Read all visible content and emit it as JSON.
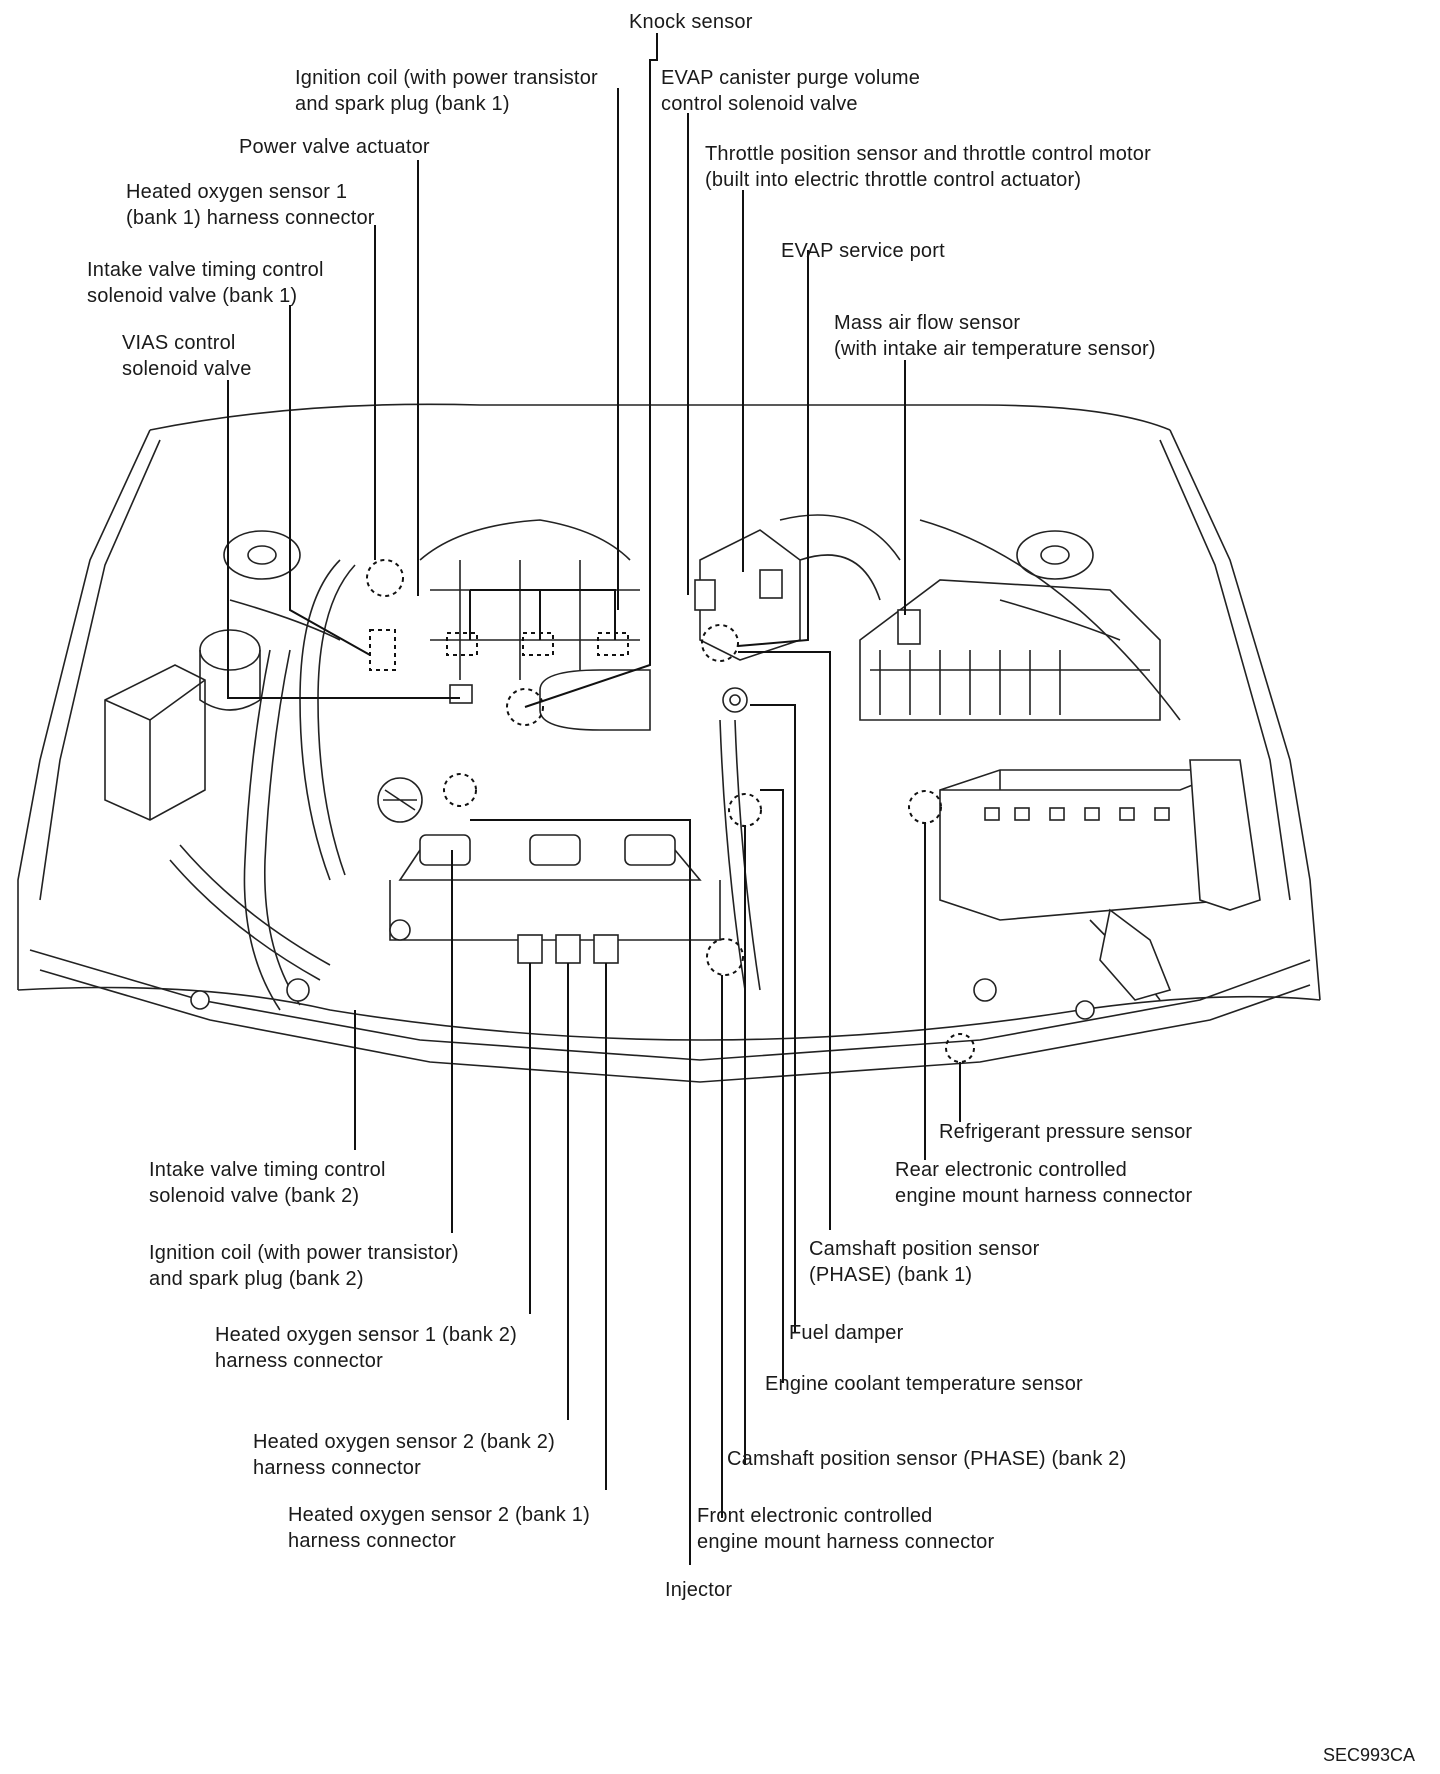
{
  "labels": {
    "knock_sensor": [
      "Knock sensor"
    ],
    "ignition_coil_b1": [
      "Ignition coil (with power transistor",
      "and spark plug (bank 1)"
    ],
    "evap_purge": [
      "EVAP canister purge volume",
      "control solenoid valve"
    ],
    "power_valve": [
      "Power valve actuator"
    ],
    "throttle": [
      "Throttle position sensor and throttle control motor",
      "(built into electric throttle control actuator)"
    ],
    "ho2s1_b1": [
      "Heated oxygen sensor 1",
      "(bank 1) harness connector"
    ],
    "evap_port": [
      "EVAP service port"
    ],
    "ivt_b1": [
      "Intake valve timing control",
      "solenoid valve (bank 1)"
    ],
    "maf": [
      "Mass air flow sensor",
      "(with intake air temperature sensor)"
    ],
    "vias": [
      "VIAS control",
      "solenoid valve"
    ],
    "refrigerant": [
      "Refrigerant pressure sensor"
    ],
    "ivt_b2": [
      "Intake valve timing control",
      "solenoid valve (bank 2)"
    ],
    "rear_mount": [
      "Rear electronic controlled",
      "engine mount harness connector"
    ],
    "ignition_coil_b2": [
      "Ignition coil (with power transistor)",
      "and spark plug (bank 2)"
    ],
    "cmp_b1": [
      "Camshaft position sensor",
      "(PHASE) (bank 1)"
    ],
    "fuel_damper": [
      "Fuel damper"
    ],
    "ho2s1_b2": [
      "Heated oxygen sensor 1 (bank 2)",
      "harness connector"
    ],
    "ect": [
      "Engine coolant temperature sensor"
    ],
    "ho2s2_b2": [
      "Heated oxygen sensor 2 (bank 2)",
      "harness connector"
    ],
    "cmp_b2": [
      "Camshaft position sensor (PHASE) (bank 2)"
    ],
    "ho2s2_b1": [
      "Heated oxygen sensor 2 (bank 1)",
      "harness connector"
    ],
    "front_mount": [
      "Front electronic controlled",
      "engine mount harness connector"
    ],
    "injector": [
      "Injector"
    ]
  },
  "figure_code": "SEC993CA"
}
